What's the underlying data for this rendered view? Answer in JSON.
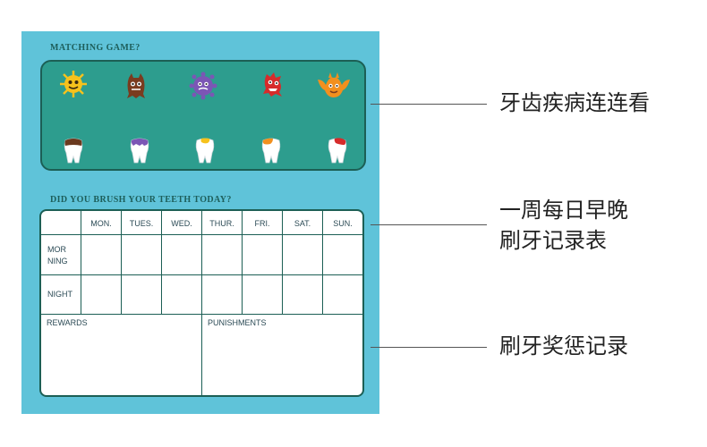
{
  "game": {
    "title": "MATCHING GAME?",
    "germs": [
      {
        "icon": "yellow-virus-icon",
        "color": "#f6c21c"
      },
      {
        "icon": "brown-germ-icon",
        "color": "#7a3b1f"
      },
      {
        "icon": "purple-virus-icon",
        "color": "#7b56b5"
      },
      {
        "icon": "red-germ-icon",
        "color": "#d62b2b"
      },
      {
        "icon": "orange-bat-germ-icon",
        "color": "#f2901e"
      }
    ],
    "teeth": [
      {
        "icon": "brown-stained-tooth-icon",
        "color": "#6b3a1f"
      },
      {
        "icon": "purple-stained-tooth-icon",
        "color": "#7b56b5"
      },
      {
        "icon": "yellow-stained-tooth-icon",
        "color": "#f6c21c"
      },
      {
        "icon": "orange-stained-tooth-icon",
        "color": "#f2901e"
      },
      {
        "icon": "red-stained-tooth-icon",
        "color": "#d62b2b"
      }
    ]
  },
  "brush": {
    "title": "DID YOU BRUSH YOUR TEETH TODAY?",
    "days": [
      "MON.",
      "TUES.",
      "WED.",
      "THUR.",
      "FRI.",
      "SAT.",
      "SUN."
    ],
    "morning_line1": "MOR",
    "morning_line2": "NING",
    "night": "NIGHT",
    "rewards": "REWARDS",
    "punishments": "PUNISHMENTS"
  },
  "callouts": {
    "game": "牙齿疾病连连看",
    "chart_line1": "一周每日早晚",
    "chart_line2": "刷牙记录表",
    "rewards": "刷牙奖惩记录"
  },
  "colors": {
    "card": "#5fc3d9",
    "panel": "#2d9d8e",
    "border": "#1c5f55"
  }
}
